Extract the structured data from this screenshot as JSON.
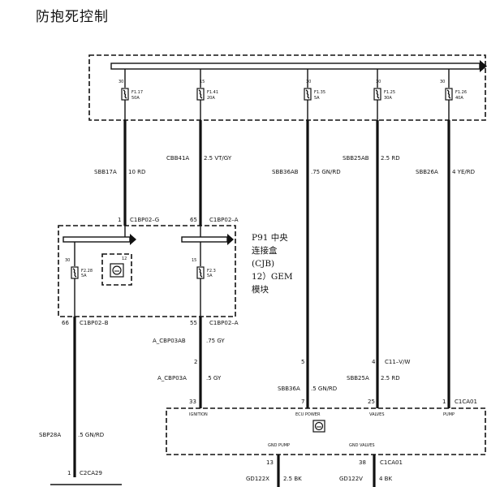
{
  "title": "防抱死控制",
  "fuses_top": [
    {
      "amp_code": "30",
      "name": "F1.17",
      "rating": "50A"
    },
    {
      "amp_code": "15",
      "name": "F1.41",
      "rating": "20A"
    },
    {
      "amp_code": "30",
      "name": "F1.35",
      "rating": "5A"
    },
    {
      "amp_code": "30",
      "name": "F1.25",
      "rating": "30A"
    },
    {
      "amp_code": "30",
      "name": "F1.26",
      "rating": "40A"
    }
  ],
  "wires_top": [
    {
      "circuit": "SBB17A",
      "spec": "10 RD"
    },
    {
      "circuit": "CBB41A",
      "spec": "2.5 VT/GY"
    },
    {
      "circuit": "SBB36AB",
      "spec": ".75 GN/RD"
    },
    {
      "circuit": "SBB25AB",
      "spec": "2.5 RD"
    },
    {
      "circuit": "SBB26A",
      "spec": "4 YE/RD"
    }
  ],
  "cjb": {
    "pin_in_1": "1",
    "conn_in_1": "C1BP02–G",
    "pin_in_2": "65",
    "conn_in_2": "C1BP02–A",
    "fuse_left": {
      "amp_code": "30",
      "name": "F2.28",
      "rating": "5A"
    },
    "module_pin": "12",
    "fuse_right": {
      "amp_code": "15",
      "name": "F2.3",
      "rating": "5A"
    },
    "label_lines": [
      "P91 中央",
      "连接盒",
      "(CJB)",
      "12）GEM",
      "模块"
    ],
    "pin_out_1": "66",
    "conn_out_1": "C1BP02–B",
    "pin_out_2": "55",
    "conn_out_2": "C1BP02–A"
  },
  "mid_wires": [
    {
      "circuit": "A_CBP03AB",
      "spec": ".75 GY"
    },
    {
      "circuit": "A_CBP03A",
      "spec": ".5 GY"
    },
    {
      "circuit": "SBB36A",
      "spec": ".5 GN/RD"
    },
    {
      "circuit": "SBB25A",
      "spec": "2.5 RD"
    }
  ],
  "mid_pins": {
    "p2": "2",
    "p5": "5",
    "p4": "4",
    "c11": "C11–V/W"
  },
  "abs": {
    "pins": [
      "33",
      "7",
      "25",
      "1"
    ],
    "connector": "C1CA01",
    "labels": [
      "IGNITION",
      "ECU POWER",
      "VALVES",
      "PUMP"
    ],
    "gnd_labels": [
      "GND PUMP",
      "GND VALVES"
    ],
    "pin_gnd_1": "13",
    "pin_gnd_2": "38",
    "conn_gnd": "C1CA01"
  },
  "bottom_wires": [
    {
      "circuit": "SBP28A",
      "spec": ".5 GN/RD"
    },
    {
      "circuit": "GD122X",
      "spec": "2.5 BK"
    },
    {
      "circuit": "GD122V",
      "spec": "4 BK"
    }
  ],
  "bottom_conn": {
    "pin": "1",
    "connector": "C2CA29"
  }
}
